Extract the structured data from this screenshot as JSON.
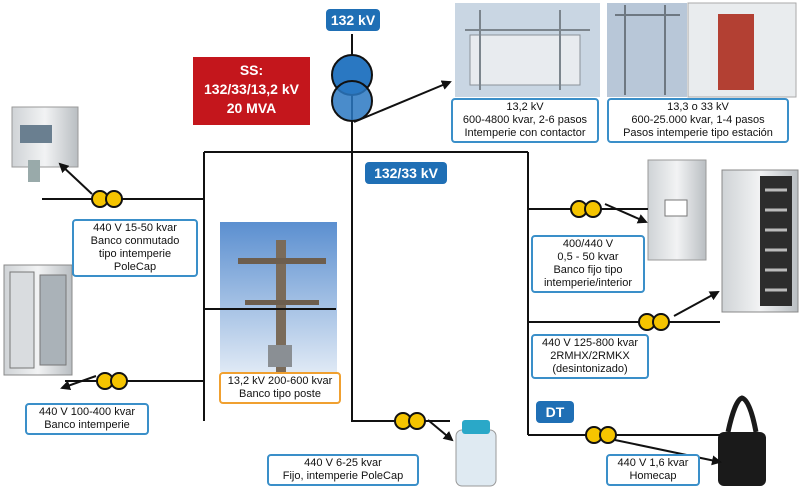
{
  "ss_box": {
    "line1": "SS:",
    "line2": "132/33/13,2 kV",
    "line3": "20 MVA"
  },
  "badges": {
    "hv": "132 kV",
    "bus33": "132/33 kV",
    "dt": "DT"
  },
  "labels": {
    "polecap": [
      "440 V 15-50 kvar",
      "Banco conmutado",
      "tipo intemperie",
      "PoleCap"
    ],
    "banco_intemperie": [
      "440 V 100-400 kvar",
      "Banco intemperie"
    ],
    "poste": [
      "13,2 kV 200-600 kvar",
      "Banco tipo poste"
    ],
    "fijo_polecap": [
      "440 V 6-25 kvar",
      "Fijo, intemperie PoleCap"
    ],
    "contactor": [
      "13,2 kV",
      "600-4800 kvar, 2-6 pasos",
      "Intemperie con contactor"
    ],
    "estacion": [
      "13,3 o 33 kV",
      "600-25.000 kvar, 1-4 pasos",
      "Pasos intemperie tipo estación"
    ],
    "fijo_interior": [
      "400/440 V",
      "0,5 - 50 kvar",
      "Banco fijo tipo",
      "intemperie/interior"
    ],
    "rmhx": [
      "440 V 125-800 kvar",
      "2RMHX/2RMKX",
      "(desintonizado)"
    ],
    "homecap": [
      "440 V 1,6 kvar",
      "Homecap"
    ]
  },
  "colors": {
    "accent_blue": "#1f6fb5",
    "label_border_blue": "#3a8fc9",
    "label_border_orange": "#f0a030",
    "ss_red": "#c4161c",
    "transformer_blue": "#2a78c2"
  },
  "icons": [
    "transformer-symbol",
    "arrow-icon",
    "capacitor-bank-photo",
    "utility-pole-photo",
    "substation-photo",
    "capacitor-can-photo",
    "homecap-photo"
  ]
}
